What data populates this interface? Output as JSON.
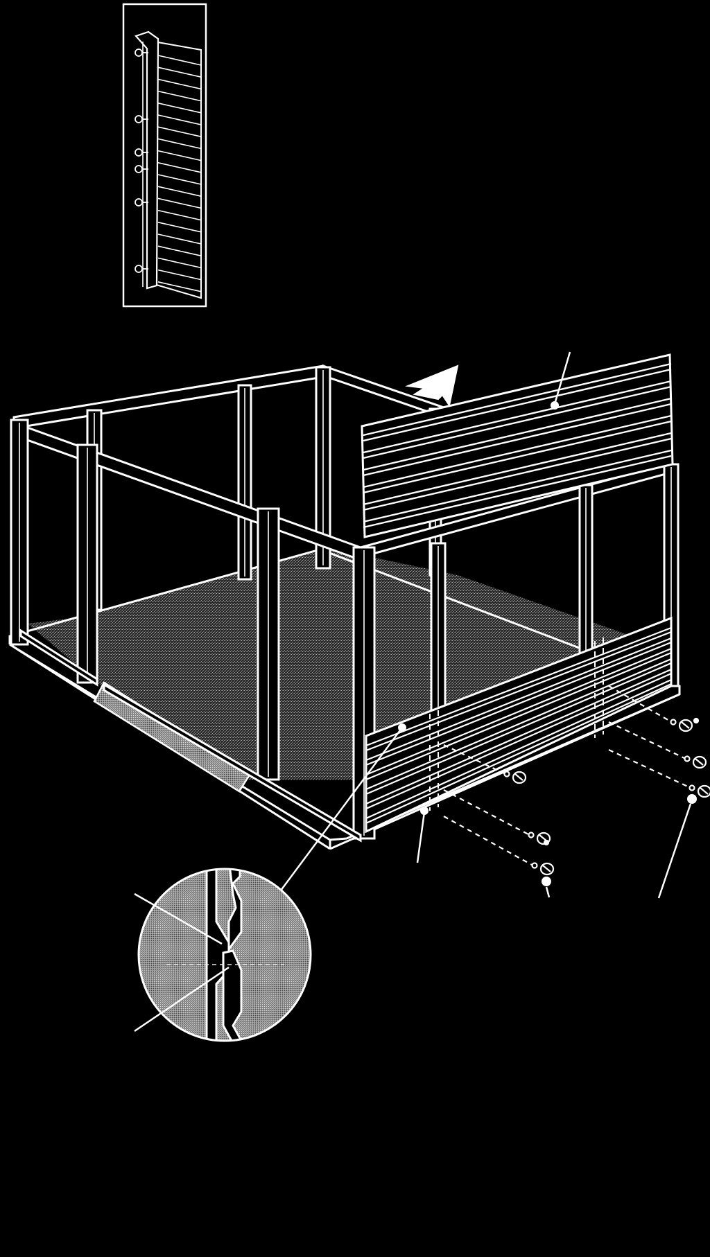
{
  "figure": {
    "background_color": "#000000",
    "line_color": "#ffffff",
    "floor_texture": "stippled-gray",
    "parts": [
      "detail-inset-panel-with-screws",
      "shed-frame",
      "floor-panel",
      "top-wall-panel",
      "bottom-wall-panel",
      "screws",
      "joint-detail-magnifier",
      "direction-arrow"
    ]
  }
}
